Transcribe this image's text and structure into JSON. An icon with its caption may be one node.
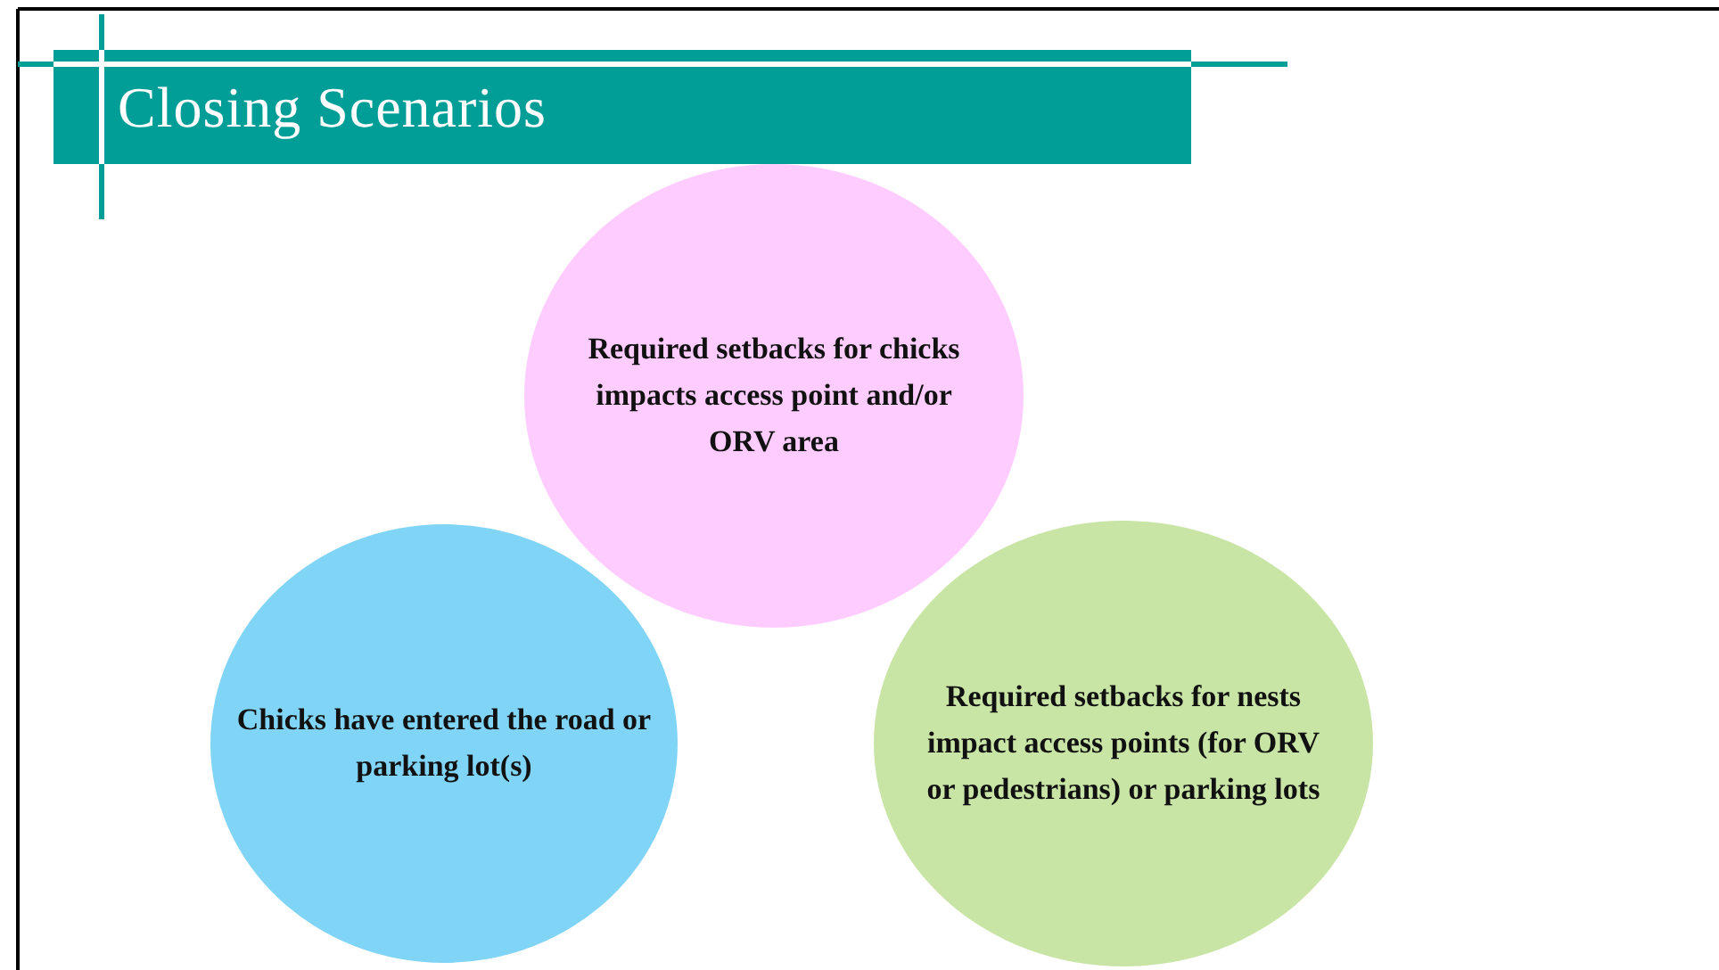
{
  "diagram": {
    "title": "Closing Scenarios",
    "nodes": [
      {
        "text": [
          "Required setbacks for chicks impacts access point and/or ORV area"
        ]
      },
      {
        "text": [
          "Chicks have entered the road or parking lot(s)"
        ]
      },
      {
        "text": [
          "Required setbacks for nests impact access points (for ORV or pedestrians) or parking lots"
        ]
      }
    ]
  }
}
